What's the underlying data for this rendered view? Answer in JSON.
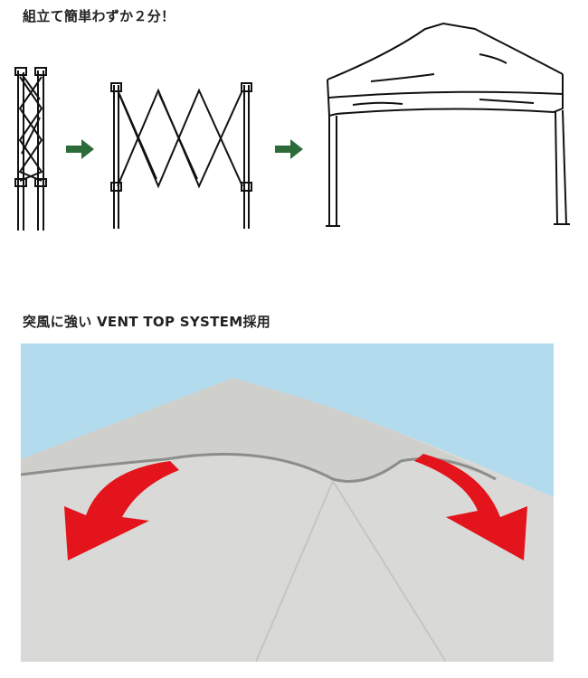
{
  "section1": {
    "heading": "組立て簡単わずか２分！",
    "steps": [
      "folded-frame",
      "expanded-frame",
      "assembled-tent"
    ],
    "arrow_color": "#2e6b3a"
  },
  "section2": {
    "heading": "突風に強い VENT TOP SYSTEM採用",
    "sky_color": "#b2dcee",
    "canopy_color": "#d9d9d7",
    "arrow_color": "#e3141b"
  }
}
